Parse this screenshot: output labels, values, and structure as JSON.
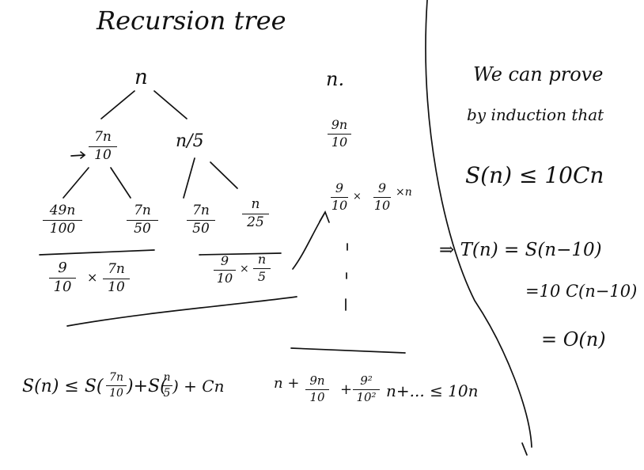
{
  "title": "Recursion tree",
  "tree": {
    "root": "n",
    "left_child": {
      "num": "7n",
      "den": "10"
    },
    "right_child": "n/5",
    "leaves": [
      {
        "num": "49n",
        "den": "100"
      },
      {
        "num": "7n",
        "den": "50"
      },
      {
        "num": "7n",
        "den": "50"
      },
      {
        "num": "n",
        "den": "25"
      }
    ],
    "left_factor": {
      "a_num": "9",
      "a_den": "10",
      "op": "×",
      "b_num": "7n",
      "b_den": "10"
    },
    "right_factor": {
      "a_num": "9",
      "a_den": "10",
      "op": "×",
      "b_num": "n",
      "b_den": "5"
    }
  },
  "level_sums": {
    "level0": "n.",
    "level1": {
      "num": "9n",
      "den": "10"
    },
    "level2": {
      "a_num": "9",
      "a_den": "10",
      "op": "×",
      "b_num": "9",
      "b_den": "10",
      "tail": "×n"
    }
  },
  "recurrence": {
    "lhs": "S(n) ≤ S(",
    "f1_num": "7n",
    "f1_den": "10",
    "mid": ")+S(",
    "f2_num": "n",
    "f2_den": "5",
    "rhs": ") + Cn"
  },
  "sum": {
    "t1": "n +",
    "f1_num": "9n",
    "f1_den": "10",
    "plus": "+",
    "f2_num": "9²",
    "f2_den": "10²",
    "tail": "n+... ≤ 10n"
  },
  "proof": {
    "line1": "We can prove",
    "line2": "by induction that",
    "line3": "S(n) ≤ 10Cn",
    "line4": "⇒ T(n) = S(n−10)",
    "line5": "=10 C(n−10)",
    "line6": "= O(n)"
  }
}
